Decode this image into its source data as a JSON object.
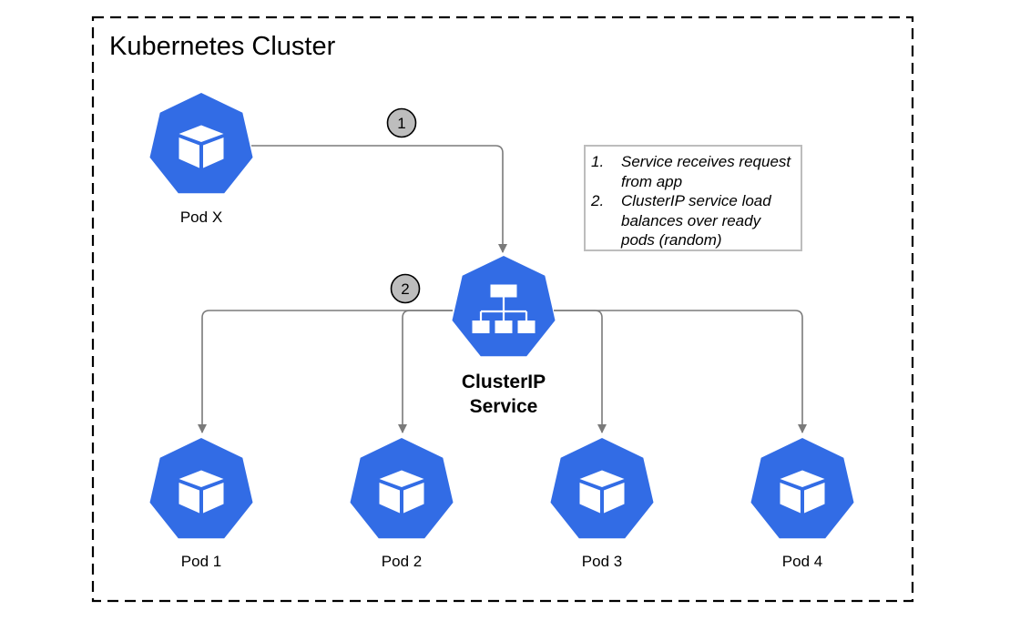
{
  "cluster": {
    "title": "Kubernetes Cluster"
  },
  "source_pod": {
    "label": "Pod X"
  },
  "service": {
    "line1": "ClusterIP",
    "line2": "Service"
  },
  "steps": [
    {
      "number": "1"
    },
    {
      "number": "2"
    }
  ],
  "notes": [
    {
      "index": "1.",
      "text": "Service receives request from app"
    },
    {
      "index": "2.",
      "text": "ClusterIP service load balances over ready pods (random)"
    }
  ],
  "target_pods": [
    {
      "label": "Pod 1"
    },
    {
      "label": "Pod 2"
    },
    {
      "label": "Pod 3"
    },
    {
      "label": "Pod 4"
    }
  ],
  "colors": {
    "pod_blue": "#326CE5",
    "arrow_gray": "#7a7a7a",
    "badge_fill": "#bdbdbd",
    "cluster_border": "#000000",
    "notes_border": "#bdbdbd"
  },
  "icons": {
    "pod": "cube-icon",
    "service": "hierarchy-icon"
  }
}
